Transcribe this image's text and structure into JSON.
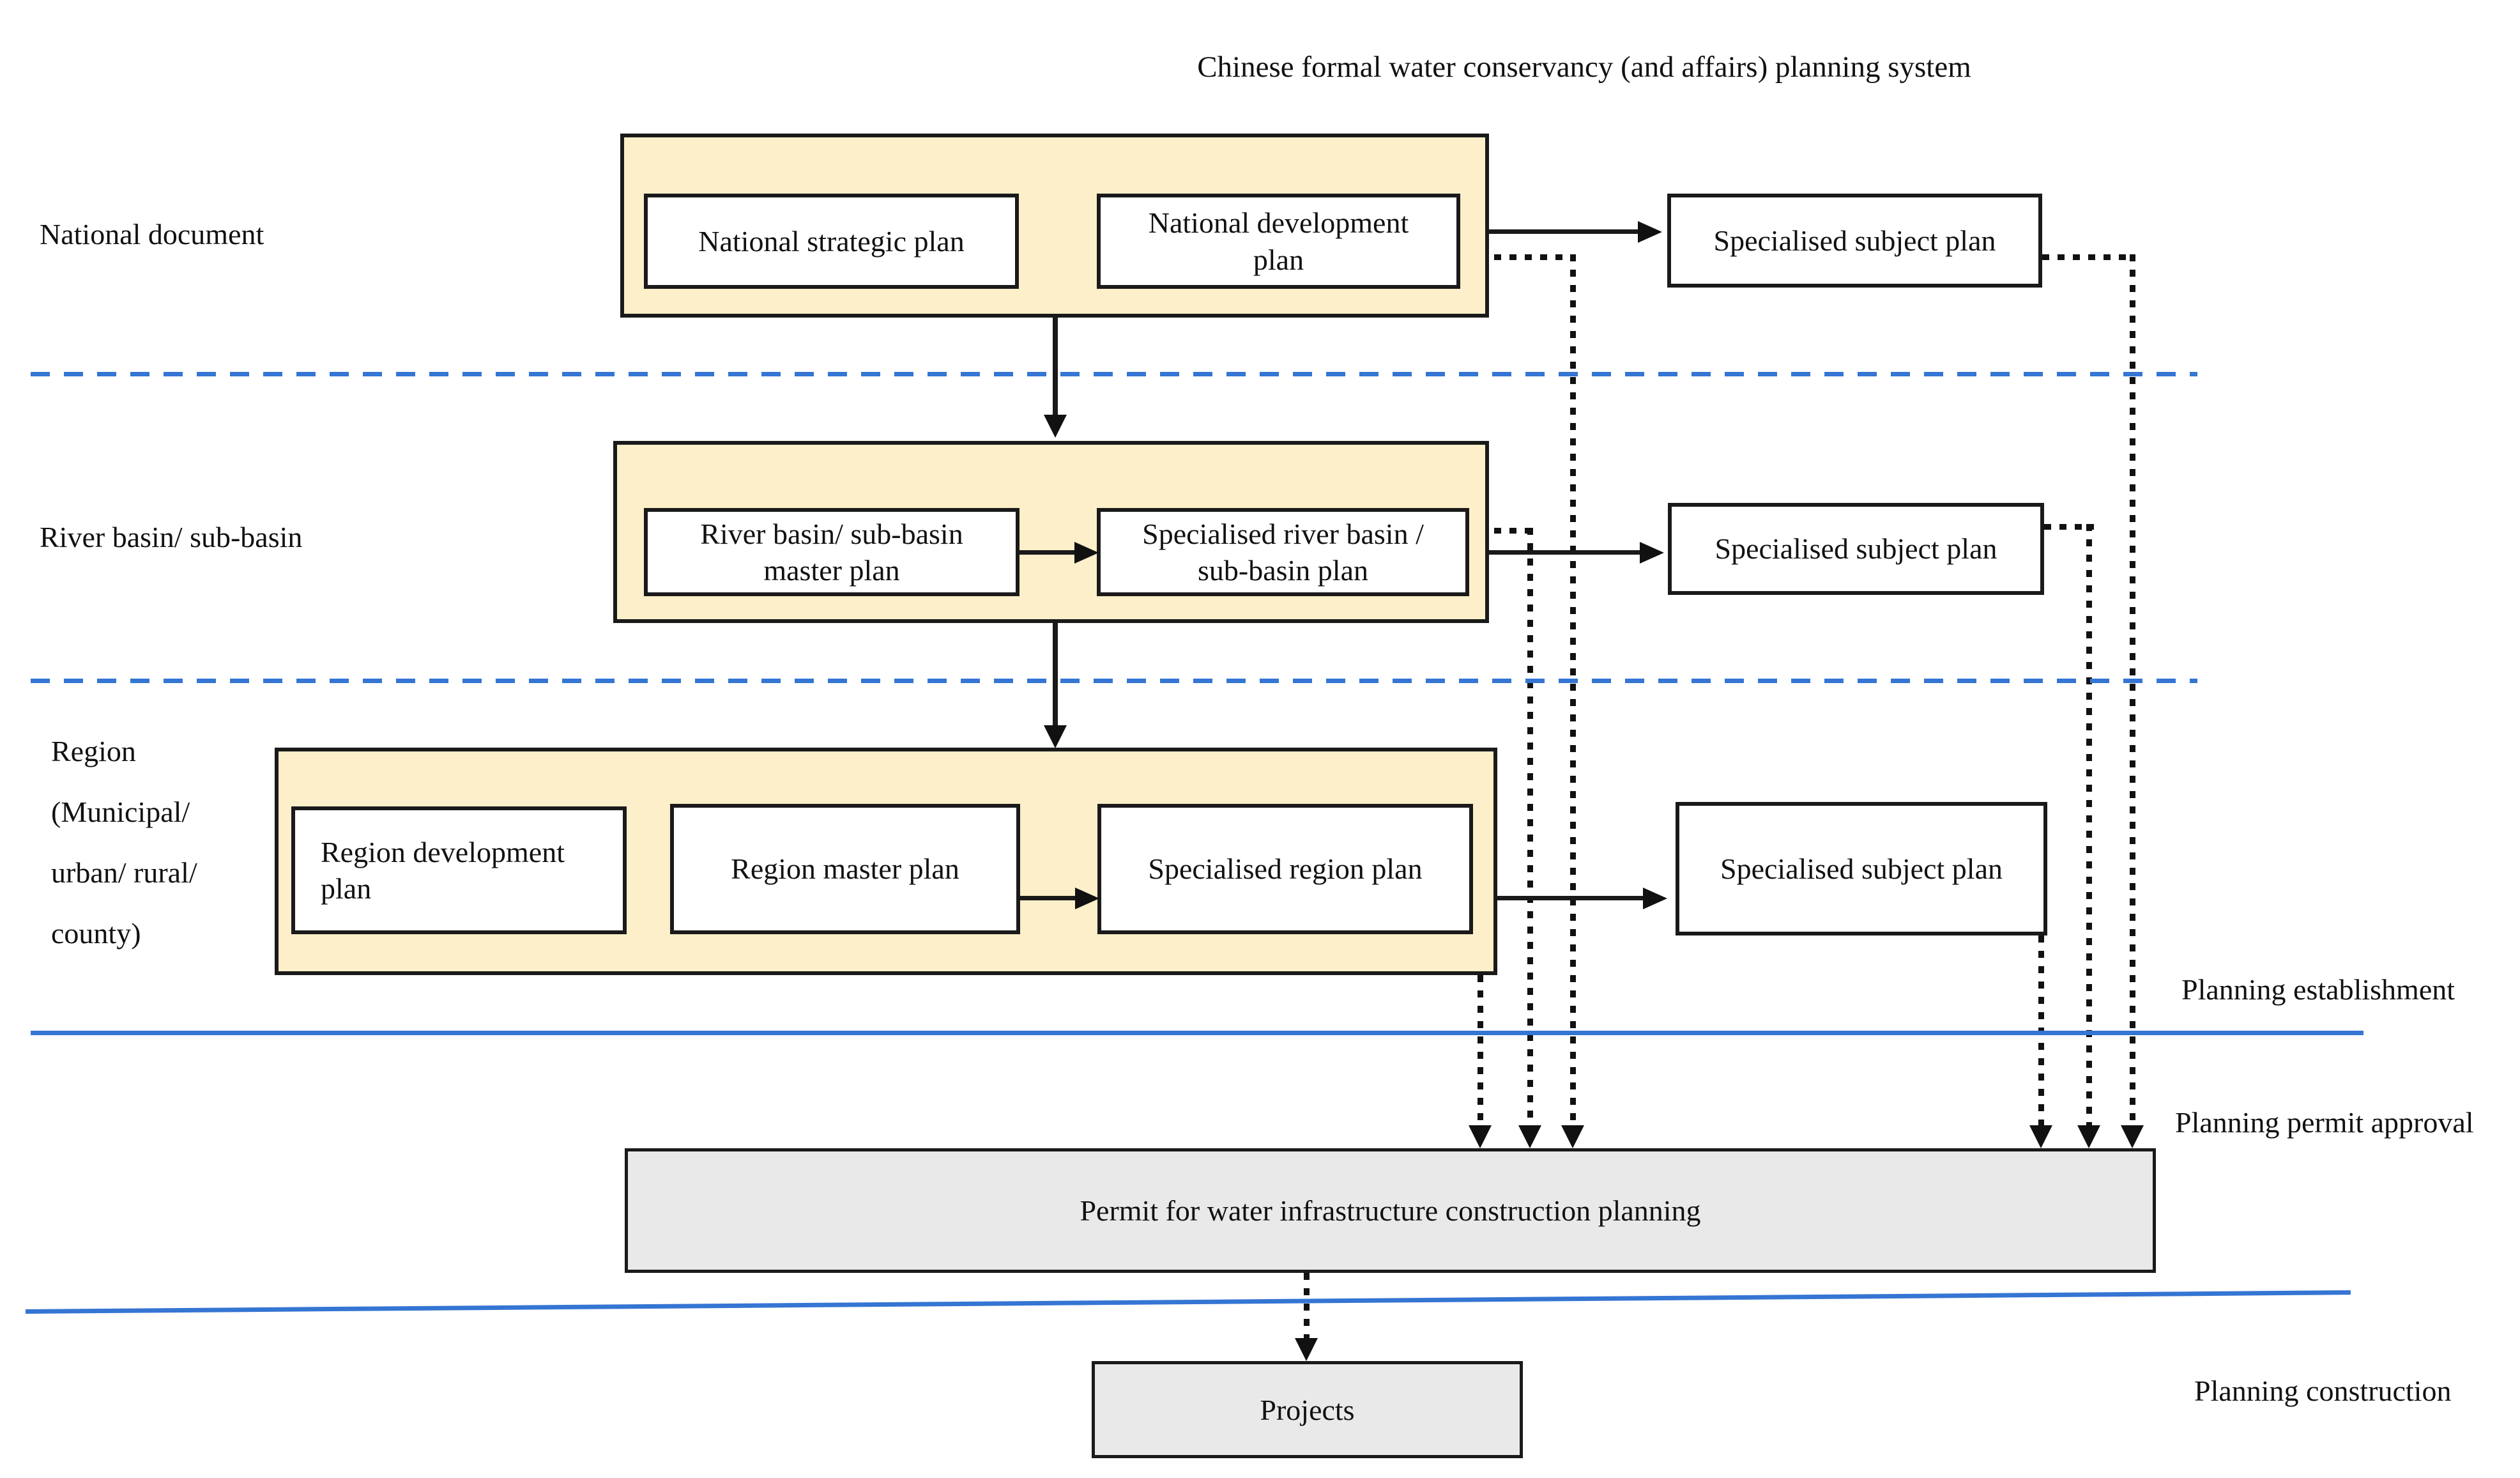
{
  "title": "Chinese formal water conservancy (and affairs) planning system",
  "row_labels": {
    "national": "National document",
    "river_basin": "River basin/ sub-basin",
    "region_lines": [
      "Region",
      "(Municipal/",
      "urban/ rural/",
      "county)"
    ]
  },
  "stage_labels": {
    "establishment": "Planning establishment",
    "permit_approval": "Planning permit approval",
    "construction": "Planning construction"
  },
  "national": {
    "strategic": "National  strategic plan",
    "development": "National development plan",
    "subject": "Specialised subject plan"
  },
  "river_basin": {
    "master": "River basin/ sub-basin master plan",
    "specialised": "Specialised river basin / sub-basin plan",
    "subject": "Specialised subject plan"
  },
  "region": {
    "development": "Region development plan",
    "master": "Region master plan",
    "specialised": "Specialised region plan",
    "subject": "Specialised subject plan"
  },
  "approval": {
    "permit_bar": "Permit for water infrastructure construction planning",
    "projects": "Projects"
  },
  "colors": {
    "container_fill": "#FCEFC9",
    "grey_fill": "#E9E9E9",
    "blue": "#3575D3",
    "line_black": "#1A1A1A"
  }
}
